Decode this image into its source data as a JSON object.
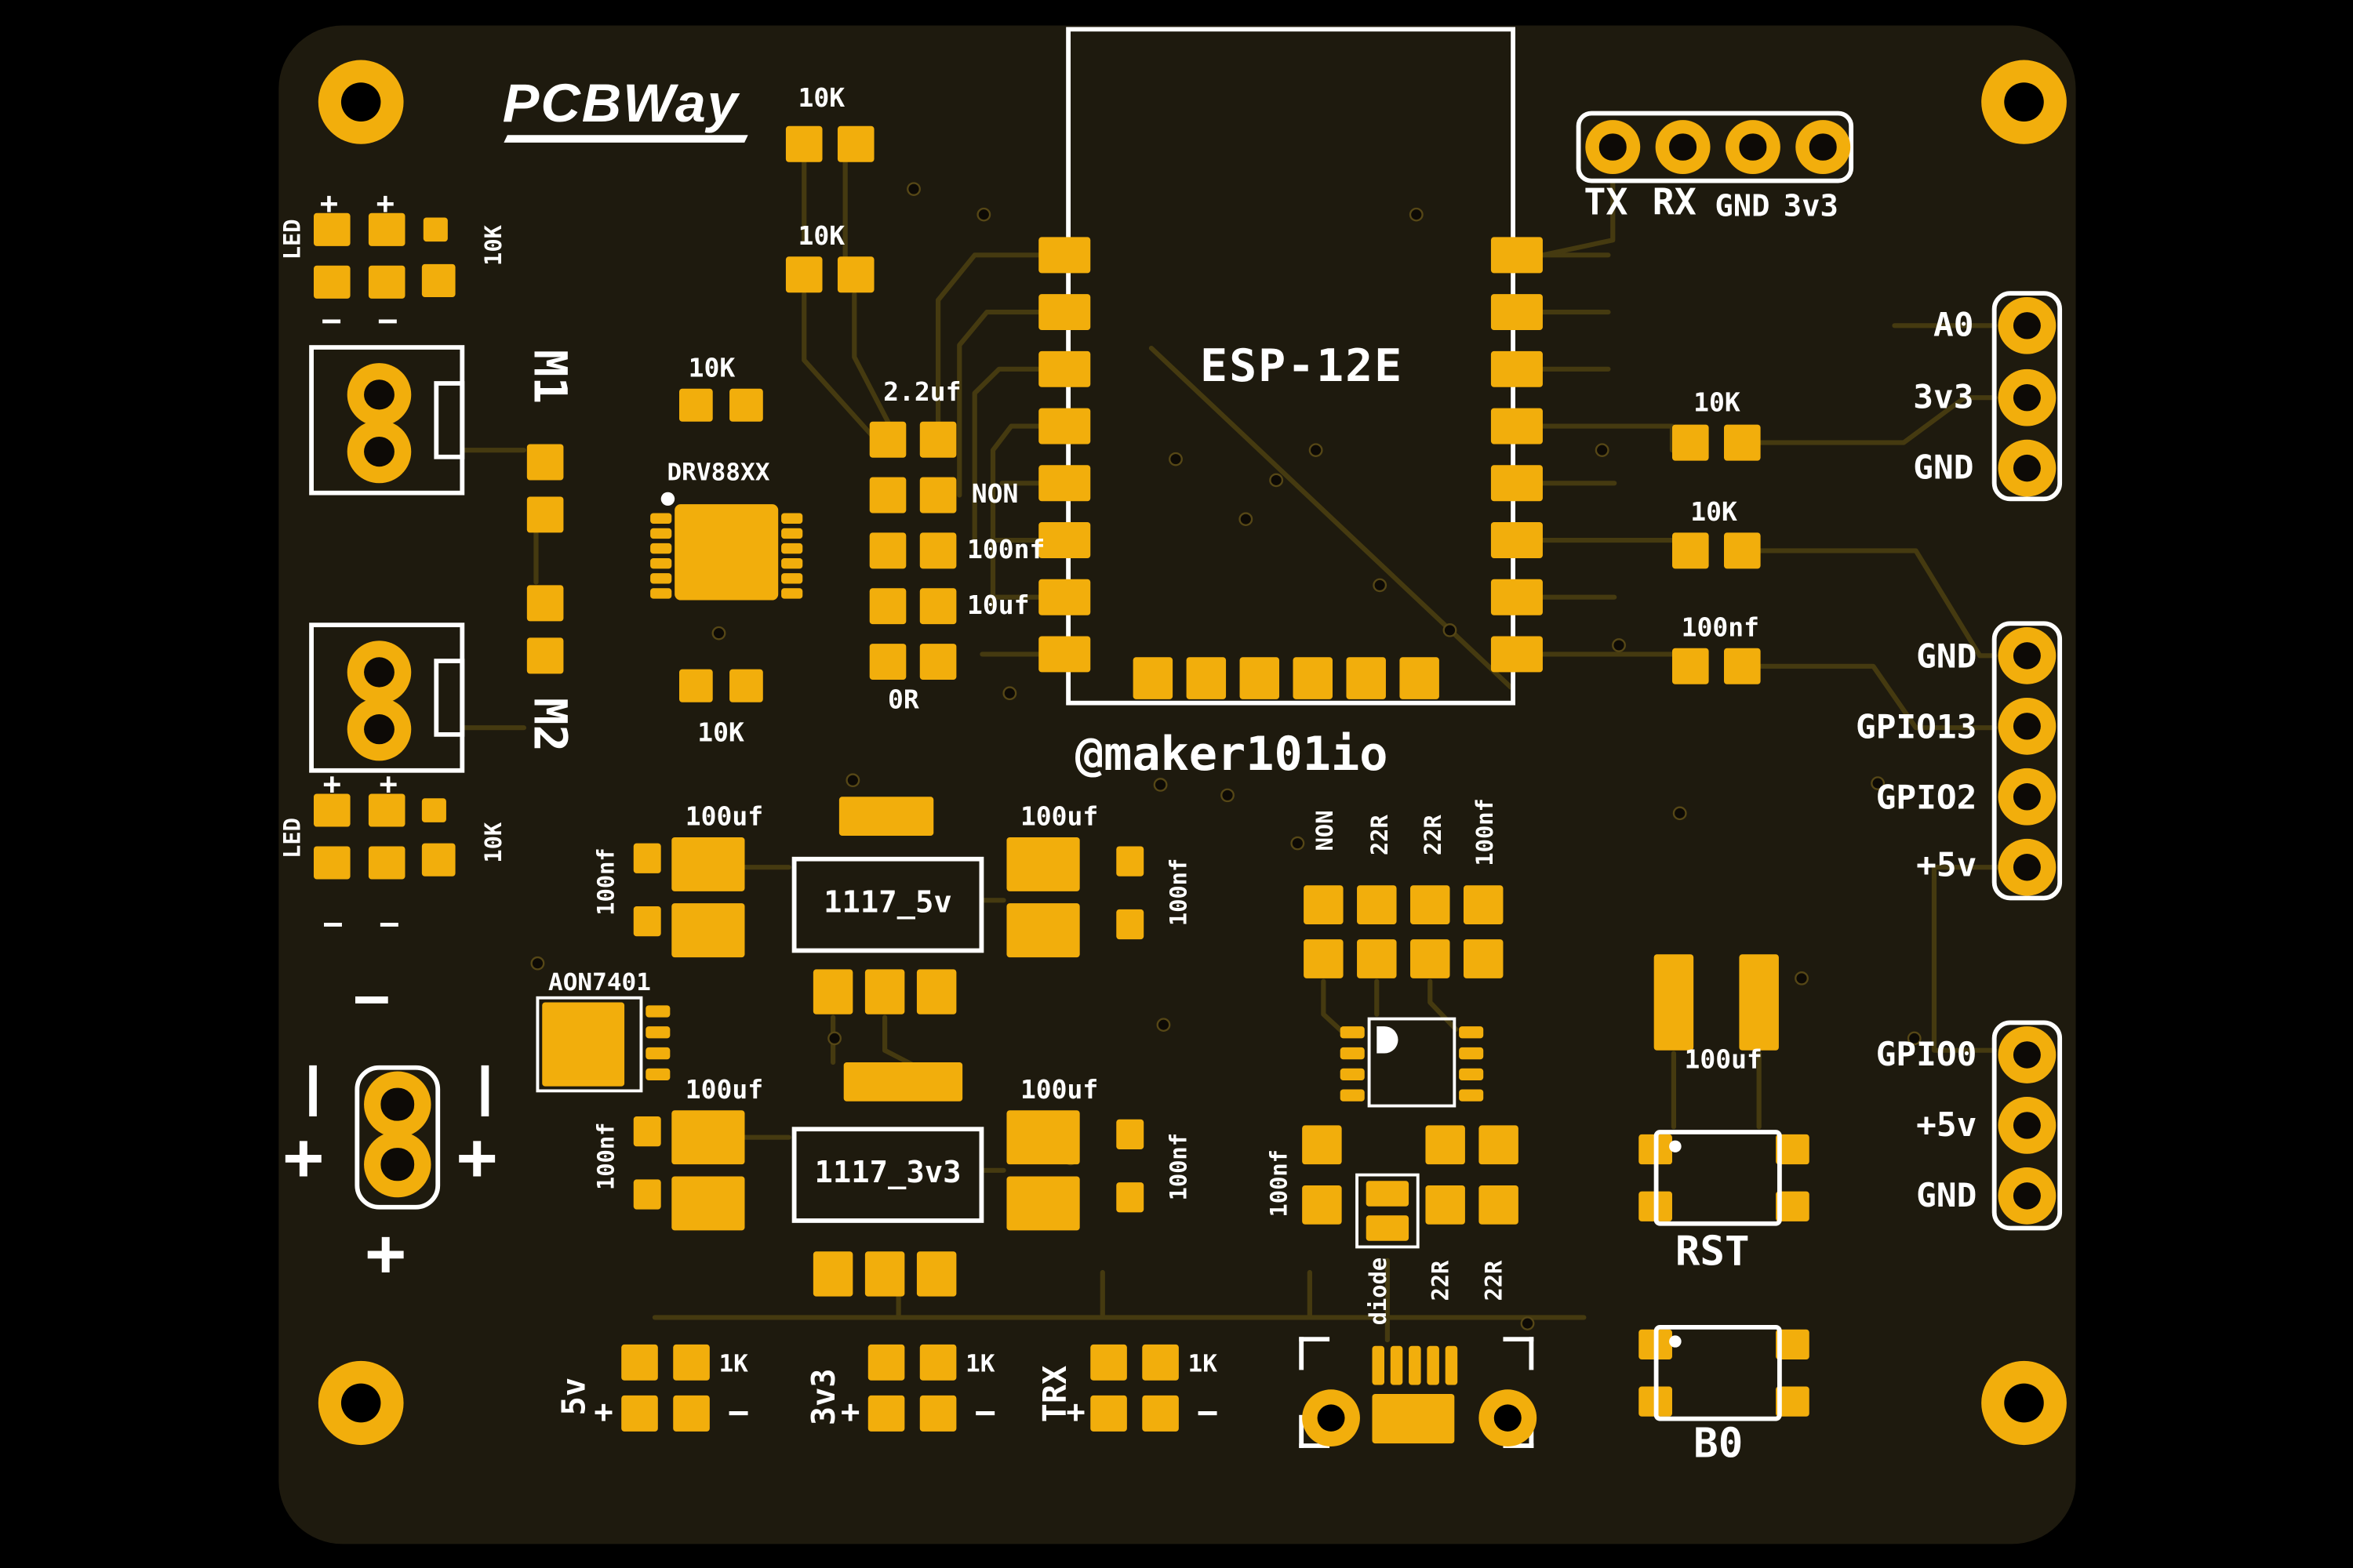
{
  "colors": {
    "background": "#000000",
    "board": "#1e1a0e",
    "pad": "#f2ae0c",
    "silkscreen": "#ffffff",
    "trace": "#453a10"
  },
  "brand": "PCBWay",
  "esp": {
    "label": "ESP-12E",
    "handle": "@maker101io"
  },
  "serial_header": {
    "pins": [
      "TX",
      "RX",
      "GND",
      "3v3"
    ]
  },
  "right_headers": {
    "top": {
      "pins": [
        "A0",
        "3v3",
        "GND"
      ]
    },
    "mid": {
      "pins": [
        "GND",
        "GPIO13",
        "GPIO2",
        "+5v"
      ]
    },
    "bottom": {
      "pins": [
        "GPIO0",
        "+5v",
        "GND"
      ]
    }
  },
  "top_resistors": {
    "r1": "10K",
    "r2": "10K"
  },
  "led_top": {
    "label": "LED",
    "resistor": "10K",
    "plus_a": "+",
    "plus_b": "+",
    "minus_a": "−",
    "minus_b": "−"
  },
  "motors": {
    "m1": "M1",
    "m2": "M2"
  },
  "led_bottom": {
    "label": "LED",
    "resistor": "10K",
    "plus_a": "+",
    "plus_b": "+",
    "minus_a": "−",
    "minus_b": "−"
  },
  "power_input": {
    "minus_top": "−",
    "plus_left": "+",
    "plus_right": "+",
    "plus_bottom": "+"
  },
  "driver": {
    "label": "DRV88XX",
    "r_top": "10K",
    "r_bottom": "10K"
  },
  "cap_column": {
    "c_top": "2.2uf",
    "row_non": "NON",
    "row_100nf": "100nf",
    "row_10uf": "10uf",
    "r_bottom": "0R"
  },
  "reg_5v": {
    "label": "1117_5v",
    "cap_in": "100uf",
    "cap_in_small": "100nf",
    "cap_out": "100uf",
    "cap_out_small": "100nf"
  },
  "reg_3v3": {
    "label": "1117_3v3",
    "cap_in": "100uf",
    "cap_in_small": "100nf",
    "cap_out": "100uf",
    "cap_out_small": "100nf"
  },
  "mosfet": {
    "label": "AON7401"
  },
  "center_grid": {
    "c1": "NON",
    "c2": "22R",
    "c3": "22R",
    "c4": "100nf"
  },
  "usb_section": {
    "cap": "100nf",
    "diode": "diode",
    "r1": "22R",
    "r2": "22R"
  },
  "right_parts": {
    "r1": "10K",
    "r2": "10K",
    "c1": "100nf",
    "c2": "100uf"
  },
  "buttons": {
    "reset": "RST",
    "boot": "B0"
  },
  "status_leds": [
    {
      "name": "5v",
      "resistor": "1K",
      "plus": "+",
      "minus": "−"
    },
    {
      "name": "3v3",
      "resistor": "1K",
      "plus": "+",
      "minus": "−"
    },
    {
      "name": "TRX",
      "resistor": "1K",
      "plus": "+",
      "minus": "−"
    }
  ]
}
